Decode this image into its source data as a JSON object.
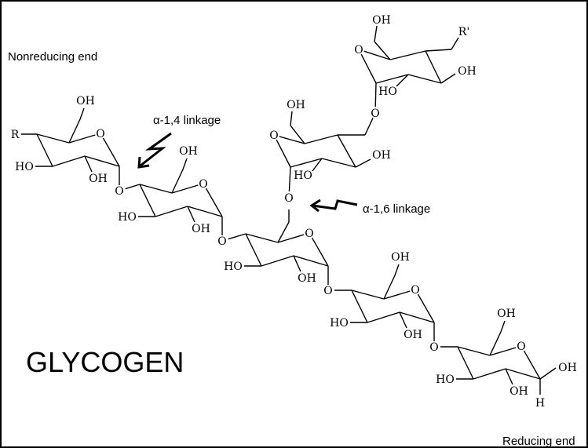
{
  "title": "GLYCOGEN",
  "labels": {
    "nonreducing_end": "Nonreducing end",
    "reducing_end": "Reducing end",
    "alpha14": "α-1,4 linkage",
    "alpha16": "α-1,6 linkage"
  },
  "atoms": {
    "oh": "OH",
    "ho": "HO",
    "o": "O",
    "h": "H",
    "r": "R",
    "r_prime": "R'"
  },
  "colors": {
    "line": "#000000",
    "background": "#ffffff"
  }
}
